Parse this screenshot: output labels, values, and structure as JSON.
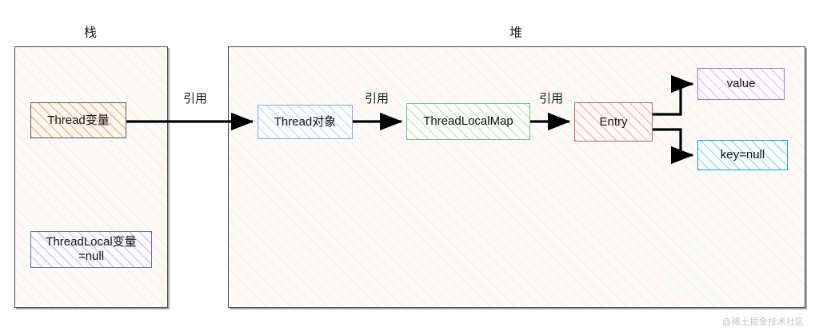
{
  "diagram": {
    "title_stack": "栈",
    "title_heap": "堆",
    "watermark": "@稀土掘金技术社区"
  },
  "regions": [
    {
      "id": "stack",
      "label": "栈"
    },
    {
      "id": "heap",
      "label": "堆"
    }
  ],
  "nodes": {
    "thread_var": {
      "label": "Thread变量",
      "color": "#595959"
    },
    "threadlocal_var": {
      "label_line1": "ThreadLocal变量",
      "label_line2": "=null",
      "color": "#6c6c9e"
    },
    "thread_obj": {
      "label": "Thread对象",
      "color": "#8ca9cf"
    },
    "threadlocalmap": {
      "label": "ThreadLocalMap",
      "color": "#82b682"
    },
    "entry": {
      "label": "Entry",
      "color": "#c0605e"
    },
    "value": {
      "label": "value",
      "color": "#9d7cc0"
    },
    "key_null": {
      "label": "key=null",
      "color": "#2b9aa3"
    }
  },
  "edges": [
    {
      "id": "thread-var-to-thread-obj",
      "label": "引用"
    },
    {
      "id": "thread-obj-to-tlmap",
      "label": "引用"
    },
    {
      "id": "tlmap-to-entry",
      "label": "引用"
    },
    {
      "id": "entry-to-value",
      "label": ""
    },
    {
      "id": "entry-to-key-null",
      "label": ""
    }
  ],
  "colors": {
    "arrow": "#000000",
    "region_border": "#4a4a4a",
    "region_fill": "#fbfaf8",
    "text": "#141414",
    "watermark": "#c2c2c2"
  }
}
